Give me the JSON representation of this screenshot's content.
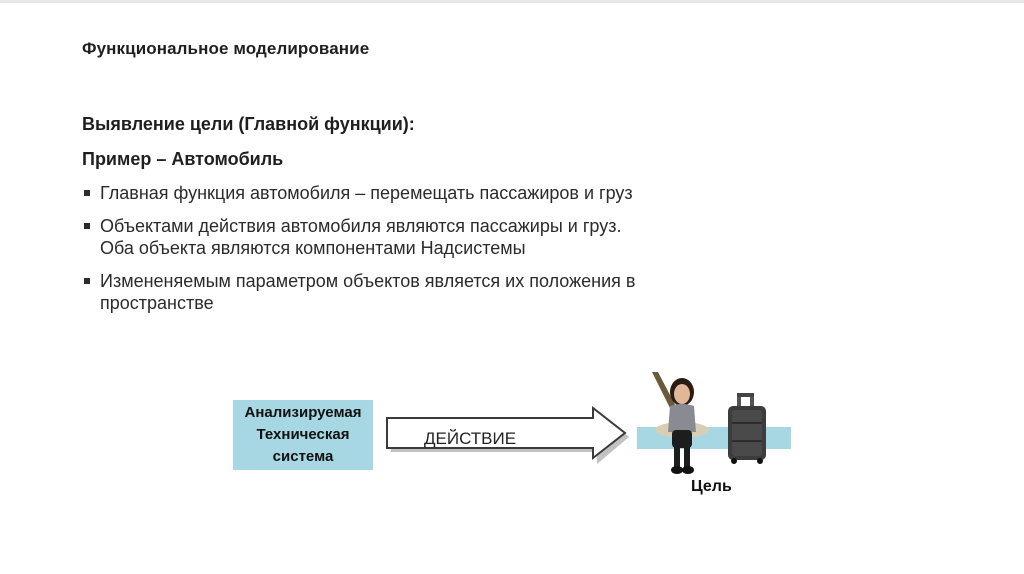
{
  "slide": {
    "title": "Функциональное моделирование",
    "subtitle": "Выявление цели (Главной функции):",
    "example": "Пример – Автомобиль",
    "bullets": [
      {
        "lines": [
          "Главная функция автомобиля – перемещать пассажиров и груз"
        ]
      },
      {
        "lines": [
          "Объектами действия автомобиля являются пассажиры и груз.",
          "Оба объекта являются компонентами Надсистемы"
        ]
      },
      {
        "lines": [
          "Измененяемым параметром объектов является их положения в",
          "пространстве"
        ]
      }
    ]
  },
  "diagram": {
    "system_box": [
      "Анализируемая",
      "Техническая",
      "система"
    ],
    "action_label": "ДЕЙСТВИЕ",
    "goal_label": "Цель",
    "colors": {
      "box": "#a6d7e2",
      "arrow_fill": "#ffffff",
      "arrow_stroke": "#3a3a3a"
    },
    "icons": [
      "arrow-right-icon",
      "child-passenger-icon",
      "suitcase-icon"
    ]
  }
}
